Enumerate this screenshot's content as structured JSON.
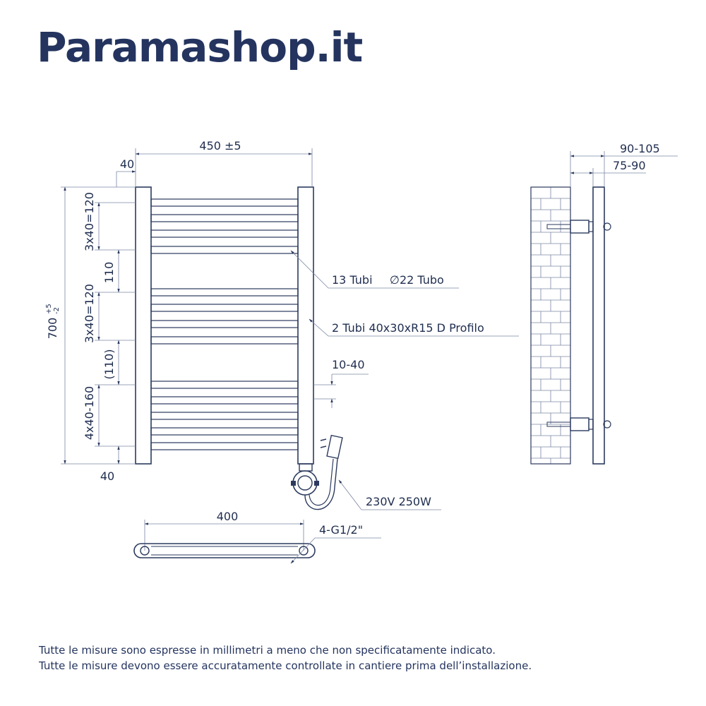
{
  "brand": {
    "name": "Paramashop.it"
  },
  "colors": {
    "ink": "#24345f",
    "line": "#2b3a5e",
    "thin": "#7a86a3"
  },
  "dimensions": {
    "width_total": "450 ±5",
    "edge_offset": "40",
    "height_total": "700",
    "height_tol_plus": "+5",
    "height_tol_minus": "-2",
    "group_top": "3x40=120",
    "gap_one": "110",
    "group_middle": "3x40=120",
    "gap_two": "(110)",
    "group_bottom": "4x40-160",
    "bottom_offset": "40",
    "depth_total": "90-105",
    "depth_wall": "75-90",
    "adjust": "10-40",
    "base_width": "400"
  },
  "annotations": {
    "tubes": "13 Tubi",
    "tube_diameter": "∅22 Tubo",
    "profile": "2 Tubi 40x30xR15 D Profilo",
    "power": "230V 250W",
    "connection": "4-G1/2\""
  },
  "notes": [
    "Tutte le misure sono espresse in millimetri a meno che non specificatamente indicato.",
    "Tutte le misure devono essere accuratamente controllate in cantiere prima dell’installazione."
  ]
}
